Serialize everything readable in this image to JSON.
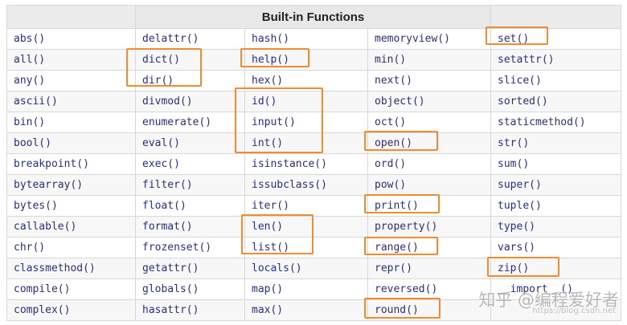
{
  "title": "Built-in Functions",
  "columns": [
    [
      "abs()",
      "all()",
      "any()",
      "ascii()",
      "bin()",
      "bool()",
      "breakpoint()",
      "bytearray()",
      "bytes()",
      "callable()",
      "chr()",
      "classmethod()",
      "compile()",
      "complex()"
    ],
    [
      "delattr()",
      "dict()",
      "dir()",
      "divmod()",
      "enumerate()",
      "eval()",
      "exec()",
      "filter()",
      "float()",
      "format()",
      "frozenset()",
      "getattr()",
      "globals()",
      "hasattr()"
    ],
    [
      "hash()",
      "help()",
      "hex()",
      "id()",
      "input()",
      "int()",
      "isinstance()",
      "issubclass()",
      "iter()",
      "len()",
      "list()",
      "locals()",
      "map()",
      "max()"
    ],
    [
      "memoryview()",
      "min()",
      "next()",
      "object()",
      "oct()",
      "open()",
      "ord()",
      "pow()",
      "print()",
      "property()",
      "range()",
      "repr()",
      "reversed()",
      "round()"
    ],
    [
      "set()",
      "setattr()",
      "slice()",
      "sorted()",
      "staticmethod()",
      "str()",
      "sum()",
      "super()",
      "tuple()",
      "type()",
      "vars()",
      "zip()",
      "__import__()",
      ""
    ]
  ],
  "highlight_color": "#f28a2e",
  "watermark": "知乎 @编程爱好者",
  "watermark_url": "https://blog.csdn.net"
}
